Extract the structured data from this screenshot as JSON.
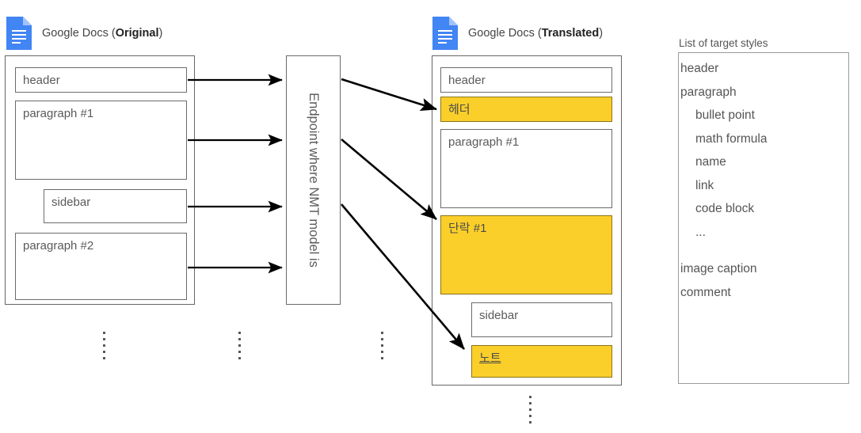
{
  "colors": {
    "highlight_yellow": "#FBCF2A",
    "icon_blue": "#4285F4",
    "border_gray": "#6B6B6B",
    "text_gray": "#595959"
  },
  "original_doc": {
    "icon": "google-docs-icon",
    "label_prefix": "Google Docs (",
    "label_strong": "Original",
    "label_suffix": ")",
    "blocks": [
      {
        "text": "header",
        "highlighted": false
      },
      {
        "text": "paragraph #1",
        "highlighted": false
      },
      {
        "text": "sidebar",
        "highlighted": false
      },
      {
        "text": "paragraph #2",
        "highlighted": false
      }
    ]
  },
  "endpoint": {
    "text": "Endpoint where NMT model is"
  },
  "translated_doc": {
    "icon": "google-docs-icon",
    "label_prefix": "Google Docs (",
    "label_strong": "Translated",
    "label_suffix": ")",
    "blocks": [
      {
        "text": "header",
        "highlighted": false
      },
      {
        "text": "헤더",
        "highlighted": true
      },
      {
        "text": "paragraph #1",
        "highlighted": false
      },
      {
        "text": "단락 #1",
        "highlighted": true
      },
      {
        "text": "sidebar",
        "highlighted": false
      },
      {
        "text": "노트",
        "highlighted": true,
        "underline": true
      }
    ]
  },
  "target_styles": {
    "caption": "List of target styles",
    "items": [
      {
        "label": "header",
        "indent": false
      },
      {
        "label": "paragraph",
        "indent": false
      },
      {
        "label": "bullet point",
        "indent": true
      },
      {
        "label": "math formula",
        "indent": true
      },
      {
        "label": "name",
        "indent": true
      },
      {
        "label": "link",
        "indent": true
      },
      {
        "label": "code block",
        "indent": true
      },
      {
        "label": "...",
        "indent": true
      },
      {
        "label": "image caption",
        "indent": false
      },
      {
        "label": "comment",
        "indent": false
      }
    ]
  },
  "ellipses": [
    {
      "name": "ellipsis-original-doc"
    },
    {
      "name": "ellipsis-original-arrows"
    },
    {
      "name": "ellipsis-endpoint-arrows"
    },
    {
      "name": "ellipsis-translated-doc"
    }
  ]
}
